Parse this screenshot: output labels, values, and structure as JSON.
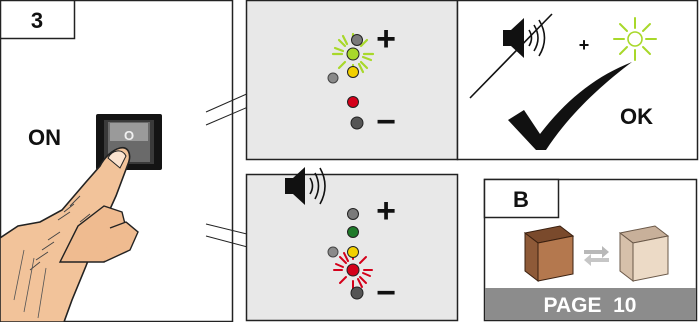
{
  "step": {
    "number": "3",
    "switch_label": "ON",
    "switch_symbol": "O"
  },
  "top_result": {
    "plus_sign": "+",
    "minus_sign": "−",
    "ok_plus": "+",
    "ok_label": "OK",
    "led_states": [
      "off",
      "green-flashing",
      "yellow",
      "grey",
      "red",
      "off"
    ]
  },
  "bottom_result": {
    "plus_sign": "+",
    "minus_sign": "−",
    "led_states": [
      "off",
      "green",
      "yellow",
      "grey",
      "red-flashing",
      "off"
    ]
  },
  "reference": {
    "letter": "B",
    "page_label": "PAGE  10"
  },
  "colors": {
    "led_green": "#a8d82a",
    "led_dark_green": "#1f7a2a",
    "led_yellow": "#f2d000",
    "led_red": "#d4001a",
    "panel_grey": "#e8e8e8",
    "page_band": "#8c8c8c"
  },
  "icons": [
    "power-switch-icon",
    "finger-icon",
    "speaker-icon",
    "speaker-muted-icon",
    "checkmark-icon",
    "swap-arrows-icon",
    "box-icon"
  ]
}
